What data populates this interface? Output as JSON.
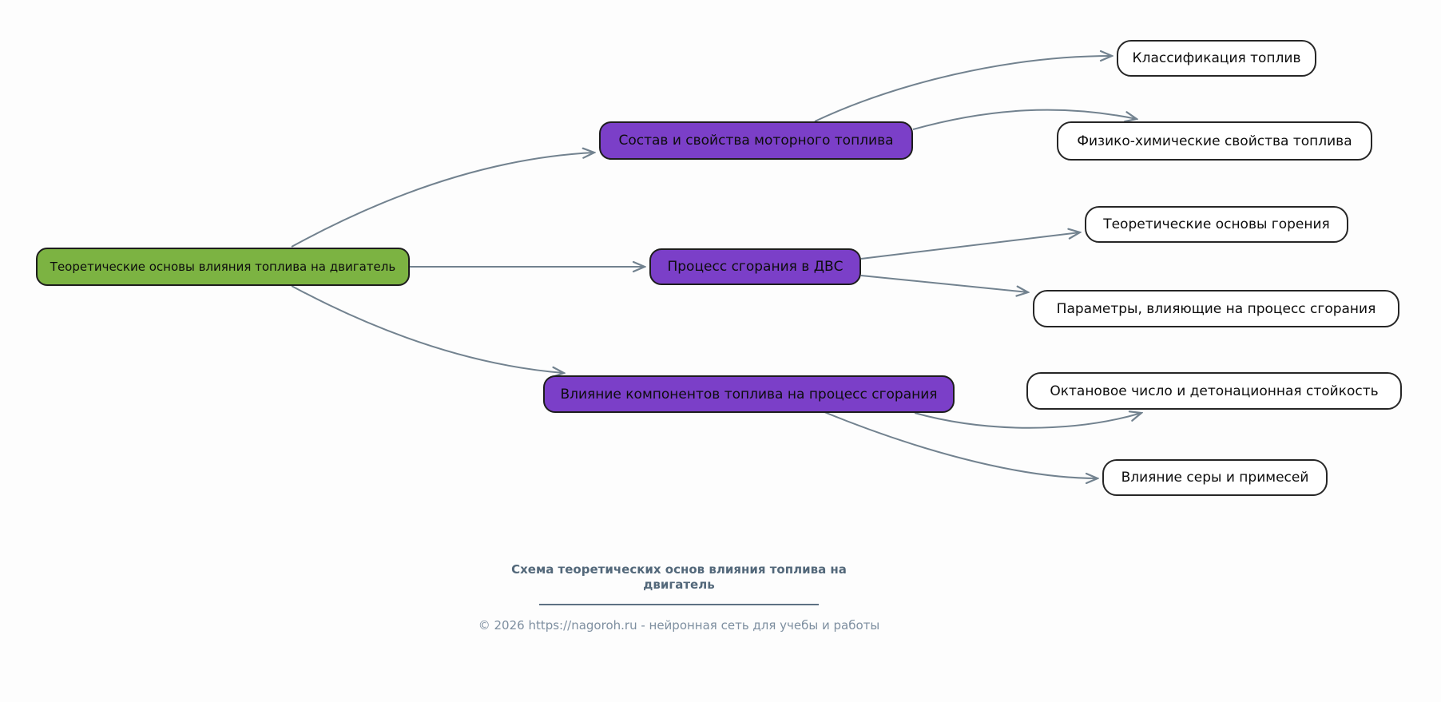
{
  "colors": {
    "root_fill": "#7cb342",
    "branch_fill": "#7b3fc8",
    "leaf_fill": "#ffffff",
    "node_border": "#1d1d1d",
    "edge": "#72828f",
    "caption_title": "#53687a",
    "caption_footer": "#7e8fa0",
    "background": "#fdfdfd"
  },
  "mindmap": {
    "root": {
      "label": "Теоретические основы влияния топлива на двигатель"
    },
    "branches": [
      {
        "label": "Состав и свойства моторного топлива",
        "children": [
          {
            "label": "Классификация топлив"
          },
          {
            "label": "Физико-химические свойства топлива"
          }
        ]
      },
      {
        "label": "Процесс сгорания в ДВС",
        "children": [
          {
            "label": "Теоретические основы горения"
          },
          {
            "label": "Параметры, влияющие на процесс сгорания"
          }
        ]
      },
      {
        "label": "Влияние компонентов топлива на процесс сгорания",
        "children": [
          {
            "label": "Октановое число и детонационная стойкость"
          },
          {
            "label": "Влияние серы и примесей"
          }
        ]
      }
    ]
  },
  "caption": {
    "title_line1": "Схема теоретических основ влияния топлива на",
    "title_line2": "двигатель",
    "footer": "© 2026 https://nagoroh.ru - нейронная сеть для учебы и работы"
  }
}
